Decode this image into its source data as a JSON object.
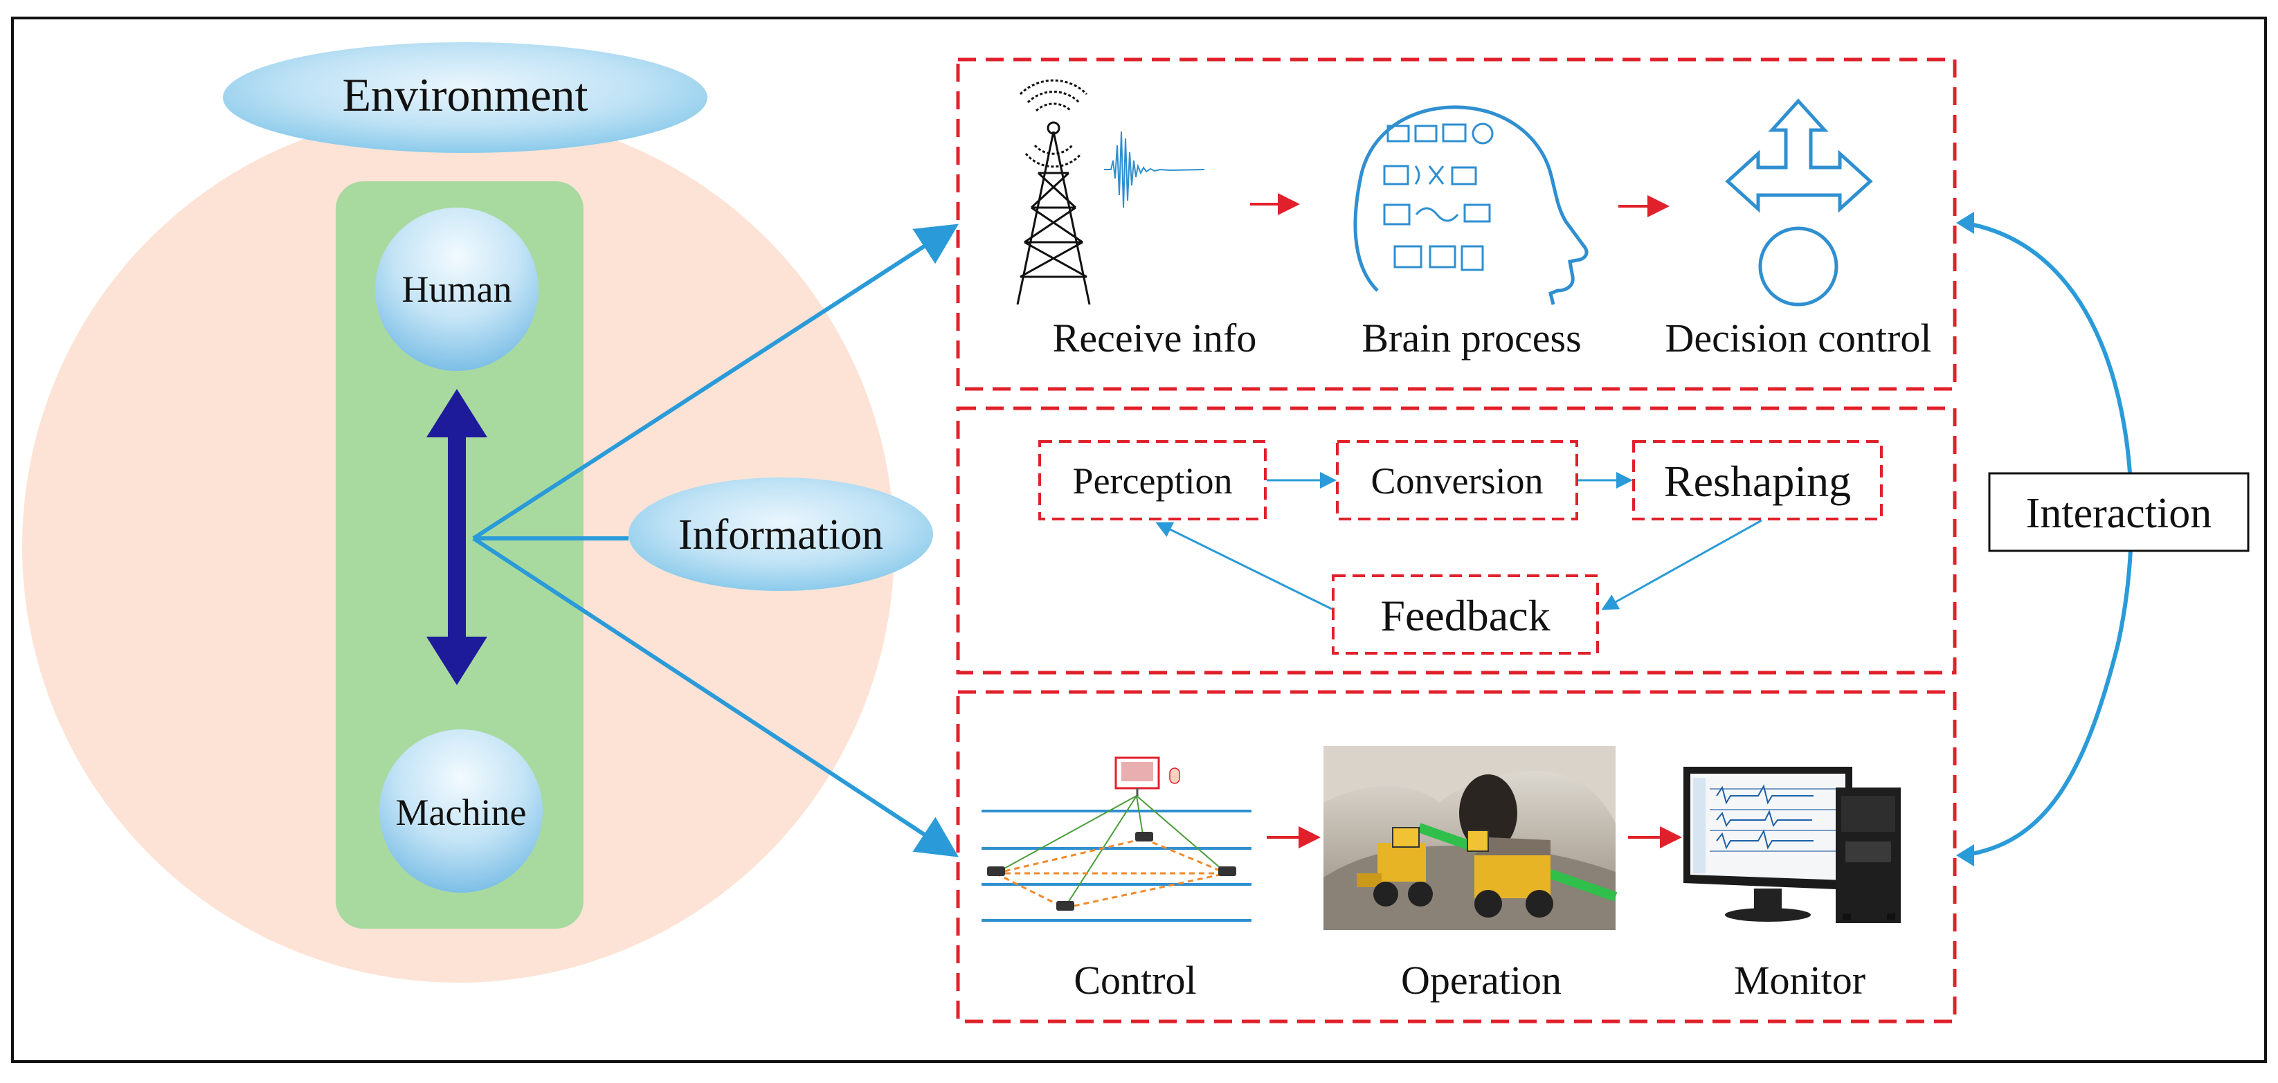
{
  "left": {
    "environment": "Environment",
    "human": "Human",
    "machine": "Machine",
    "information": "Information"
  },
  "panel_top": {
    "items": [
      "Receive info",
      "Brain process",
      "Decision control"
    ]
  },
  "panel_middle": {
    "perception": "Perception",
    "conversion": "Conversion",
    "reshaping": "Reshaping",
    "feedback": "Feedback"
  },
  "panel_bottom": {
    "items": [
      "Control",
      "Operation",
      "Monitor"
    ]
  },
  "interaction": "Interaction",
  "colors": {
    "salmon_circle": "#fde3d6",
    "green_column": "#a8daa0",
    "dark_blue_arrow": "#1e1b9a",
    "blue_line": "#2a9bd8",
    "red_dash": "#e0212b",
    "icon_blue": "#2f8fd0"
  }
}
